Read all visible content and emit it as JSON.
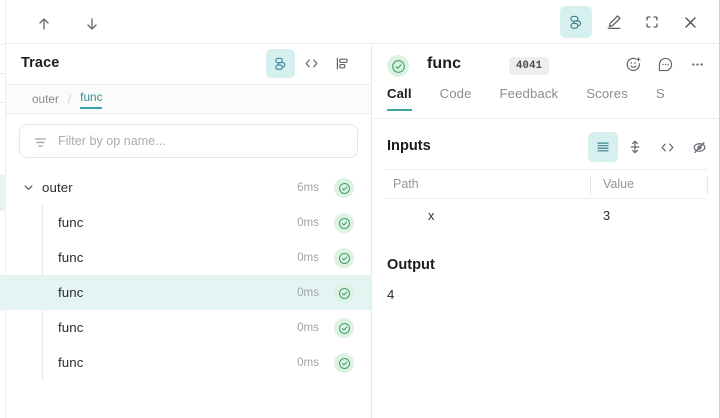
{
  "topbar": {
    "nav_up": "scroll-up",
    "nav_down": "scroll-down",
    "trace_tree_toggle": "trace-tree",
    "annotate": "annotate",
    "fullscreen": "fullscreen",
    "close": "close"
  },
  "left_panel": {
    "title": "Trace",
    "header_icons": [
      "trace-tree",
      "code",
      "flame-graph"
    ],
    "breadcrumb": {
      "root": "outer",
      "separator": "/",
      "current": "func"
    },
    "filter": {
      "placeholder": "Filter by op name...",
      "value": ""
    },
    "rows": [
      {
        "label": "outer",
        "duration": "6ms",
        "depth": 0,
        "expanded": true,
        "selected": false,
        "status": "success"
      },
      {
        "label": "func",
        "duration": "0ms",
        "depth": 1,
        "expanded": false,
        "selected": false,
        "status": "success"
      },
      {
        "label": "func",
        "duration": "0ms",
        "depth": 1,
        "expanded": false,
        "selected": false,
        "status": "success"
      },
      {
        "label": "func",
        "duration": "0ms",
        "depth": 1,
        "expanded": false,
        "selected": true,
        "status": "success"
      },
      {
        "label": "func",
        "duration": "0ms",
        "depth": 1,
        "expanded": false,
        "selected": false,
        "status": "success"
      },
      {
        "label": "func",
        "duration": "0ms",
        "depth": 1,
        "expanded": false,
        "selected": false,
        "status": "success"
      }
    ]
  },
  "right_panel": {
    "call_name": "func",
    "call_id_badge": "4041",
    "status": "success",
    "header_icons": [
      "add-reaction",
      "comment",
      "more-options"
    ],
    "tabs": [
      {
        "label": "Call",
        "active": true
      },
      {
        "label": "Code",
        "active": false
      },
      {
        "label": "Feedback",
        "active": false
      },
      {
        "label": "Scores",
        "active": false
      },
      {
        "label": "S",
        "active": false
      }
    ],
    "inputs": {
      "title": "Inputs",
      "view_icons": [
        "list-view",
        "expand-rows",
        "code-view",
        "hide-view"
      ],
      "columns": [
        "Path",
        "Value"
      ],
      "rows": [
        {
          "path": "x",
          "value": "3"
        }
      ]
    },
    "output": {
      "title": "Output",
      "value": "4"
    }
  },
  "colors": {
    "accent_teal": "#3ca3a6",
    "accent_teal_bg": "#d5f0ee",
    "selected_row_bg": "#e3f4f2",
    "status_green": "#35a35f",
    "status_green_bg": "#ddf2e3",
    "text_primary": "#1c1c1e",
    "text_muted": "#8a8d92"
  }
}
